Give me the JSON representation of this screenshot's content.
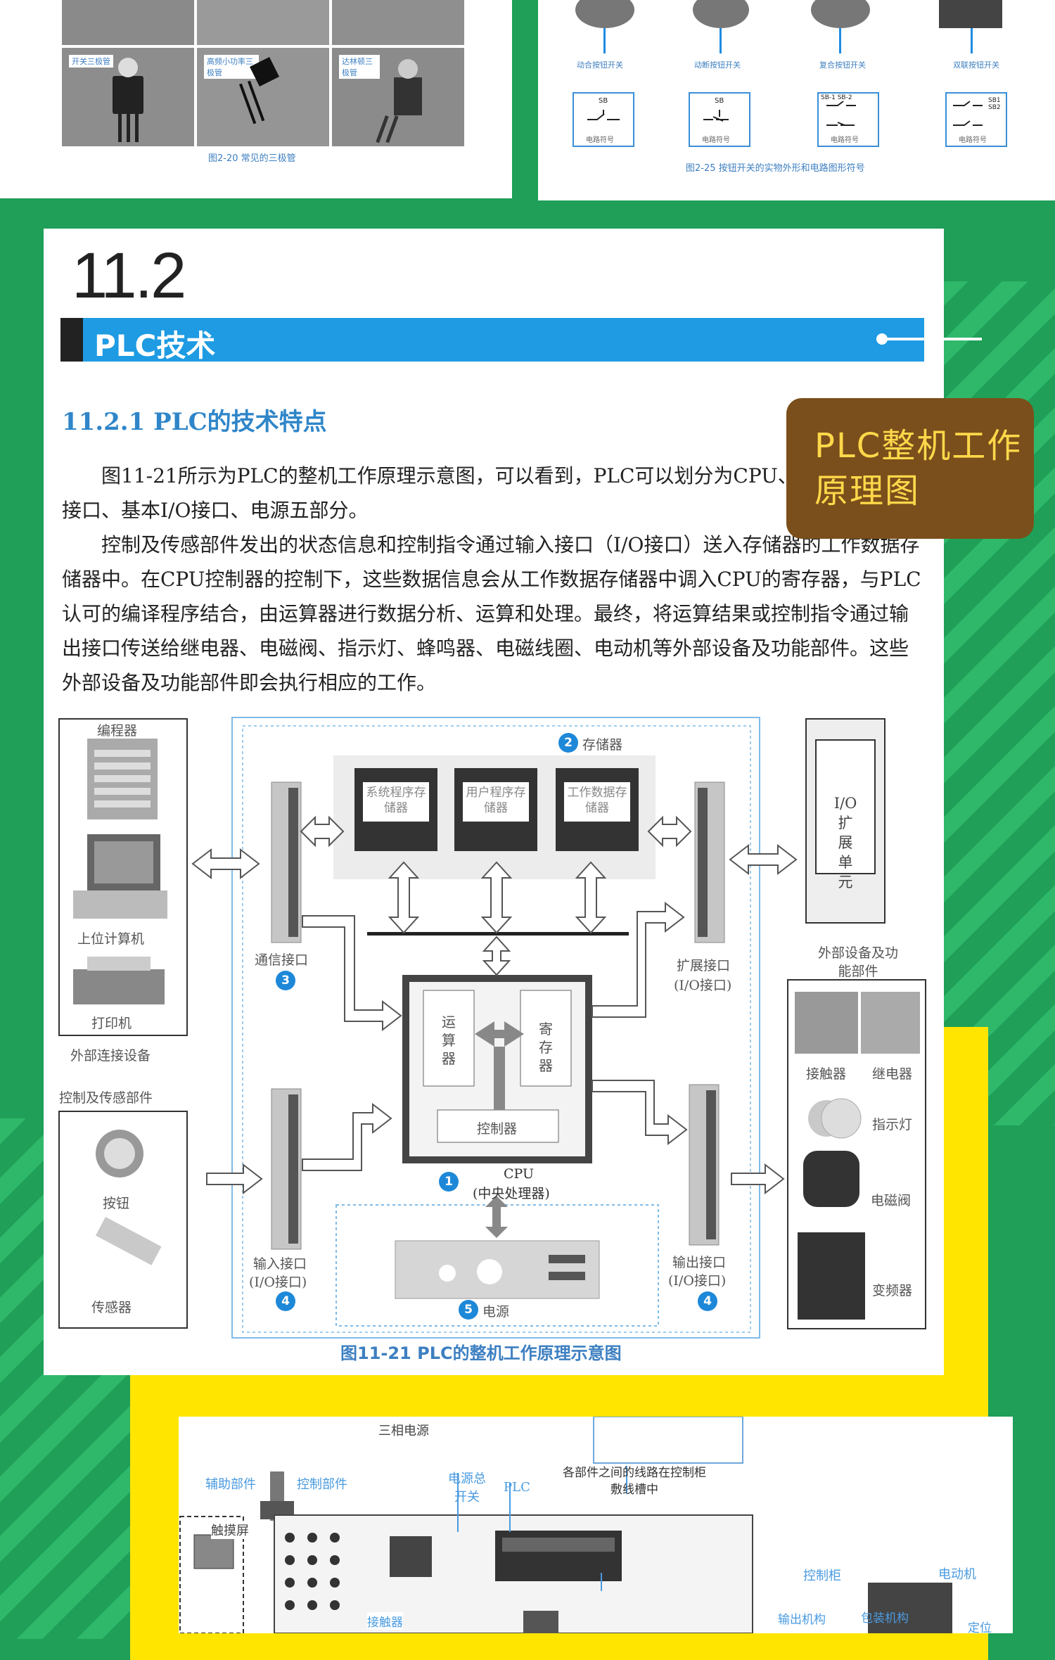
{
  "top_left_fig": {
    "labels": [
      "开关三极管",
      "高频小功率三极管",
      "达林顿三极管"
    ],
    "caption": "图2-20 常见的三极管"
  },
  "top_right_fig": {
    "labels": [
      "动合按钮开关",
      "动断按钮开关",
      "复合按钮开关",
      "双联按钮开关"
    ],
    "symbols": [
      "SB",
      "SB",
      "SB-1 SB-2",
      "SB1 SB2"
    ],
    "symbol_caption": "电路符号",
    "caption": "图2-25 按钮开关的实物外形和电路图形符号"
  },
  "section": {
    "number": "11.2",
    "title": "PLC技术",
    "subsection": "11.2.1 PLC的技术特点"
  },
  "callout": "PLC整机工作原理图",
  "paragraphs": [
    "图11-21所示为PLC的整机工作原理示意图，可以看到，PLC可以划分为CPU、存储器、通信接口、基本I/O接口、电源五部分。",
    "控制及传感部件发出的状态信息和控制指令通过输入接口（I/O接口）送入存储器的工作数据存储器中。在CPU控制器的控制下，这些数据信息会从工作数据存储器中调入CPU的寄存器，与PLC认可的编译程序结合，由运算器进行数据分析、运算和处理。最终，将运算结果或控制指令通过输出接口传送给继电器、电磁阀、指示灯、蜂鸣器、电磁线圈、电动机等外部设备及功能部件。这些外部设备及功能部件即会执行相应的工作。"
  ],
  "diagram": {
    "left_top": {
      "programmer": "编程器",
      "pc": "上位计算机",
      "printer": "打印机",
      "group": "外部连接设备"
    },
    "left_bottom": {
      "group": "控制及传感部件",
      "button": "按钮",
      "sensor": "传感器"
    },
    "memory": {
      "badge": "2",
      "label": "存储器",
      "blocks": [
        "系统程序存储器",
        "用户程序存储器",
        "工作数据存储器"
      ]
    },
    "comm": {
      "label": "通信接口",
      "badge": "3"
    },
    "expansion": {
      "label": "扩展接口",
      "label2": "(I/O接口)"
    },
    "io_unit": "I/O扩展单元",
    "cpu": {
      "alu": "运算器",
      "register": "寄存器",
      "controller": "控制器",
      "badge": "1",
      "label": "CPU",
      "label2": "(中央处理器)"
    },
    "input": {
      "label": "输入接口",
      "label2": "(I/O接口)",
      "badge": "4"
    },
    "output": {
      "label": "输出接口",
      "label2": "(I/O接口)",
      "badge": "4"
    },
    "power": {
      "badge": "5",
      "label": "电源"
    },
    "right": {
      "group": "外部设备及功能部件",
      "contactor": "接触器",
      "relay": "继电器",
      "lamp": "指示灯",
      "valve": "电磁阀",
      "inverter": "变频器"
    },
    "caption": "图11-21 PLC的整机工作原理示意图"
  },
  "bottom_fig": {
    "labels": [
      "三相电源",
      "辅助部件",
      "控制部件",
      "电源总开关",
      "PLC",
      "各部件之间的线路在控制柜敷线槽中",
      "触摸屏",
      "控制柜",
      "电动机",
      "接触器",
      "输出机构",
      "包装机构",
      "定位"
    ]
  }
}
